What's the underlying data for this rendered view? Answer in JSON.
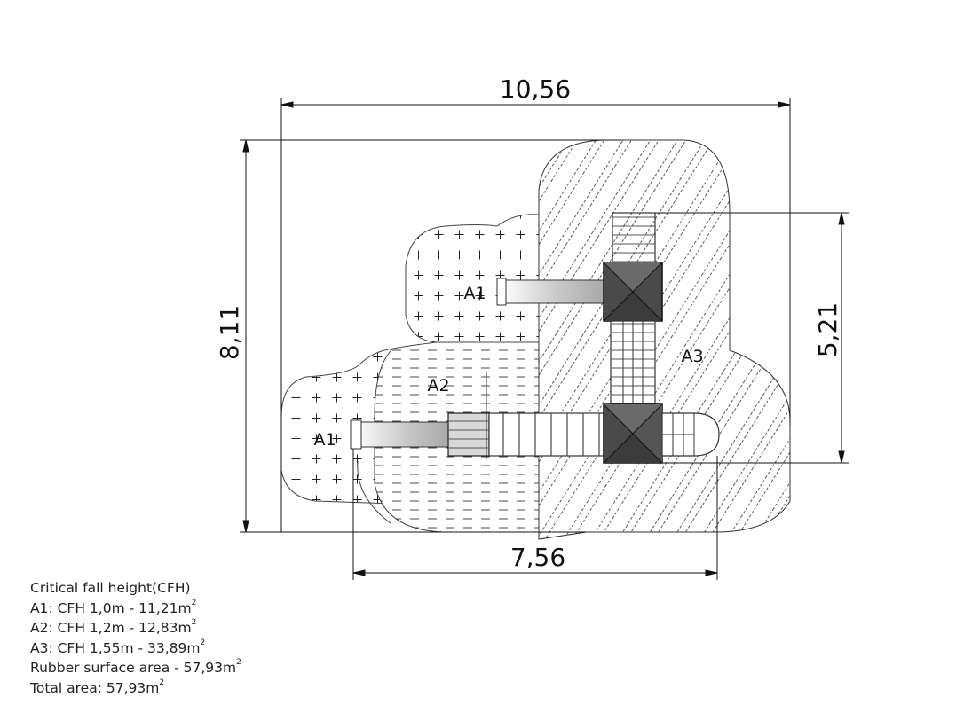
{
  "dimensions": {
    "overall_width": "10,56",
    "overall_height": "8,11",
    "equipment_height": "5,21",
    "lower_width": "7,56"
  },
  "zones": {
    "a1_upper": "A1",
    "a1_lower": "A1",
    "a2": "A2",
    "a3": "A3"
  },
  "legend": {
    "title": "Critical fall height(CFH)",
    "a1_text": "A1: CFH 1,0m - 11,21m",
    "a2_text": "A2: CFH 1,2m - 12,83m",
    "a3_text": "A3: CFH 1,55m - 33,89m",
    "rubber_text": "Rubber surface area - 57,93m",
    "total_text": "Total area: 57,93m",
    "superscript": "2"
  }
}
